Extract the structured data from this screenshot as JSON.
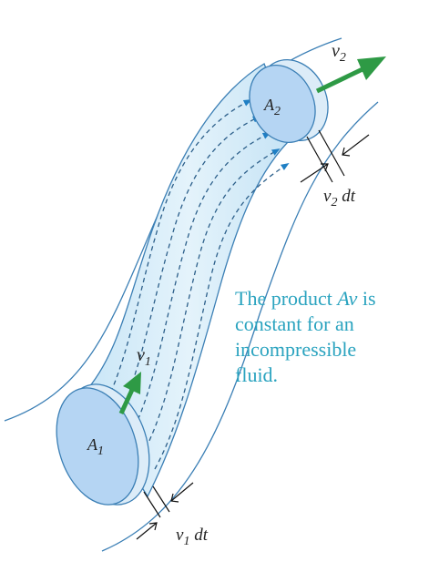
{
  "labels": {
    "area_in": "A1",
    "area_out": "A2",
    "vel_in": "v1",
    "vel_out": "v2",
    "disp_in": "v1 dt",
    "disp_out": "v2 dt"
  },
  "caption": {
    "line1_pre": "The product ",
    "line1_em": "Av",
    "line1_post": " is",
    "line2": "constant for an",
    "line3": "incompressible",
    "line4": "fluid."
  },
  "colors": {
    "tube_fill": "#d4ecf8",
    "outline": "#3b7fb5",
    "disc_face": "#b5d5f3",
    "arrow": "#2e9a45",
    "streamline": "#2c5f8a",
    "caption": "#2aa3bf"
  }
}
